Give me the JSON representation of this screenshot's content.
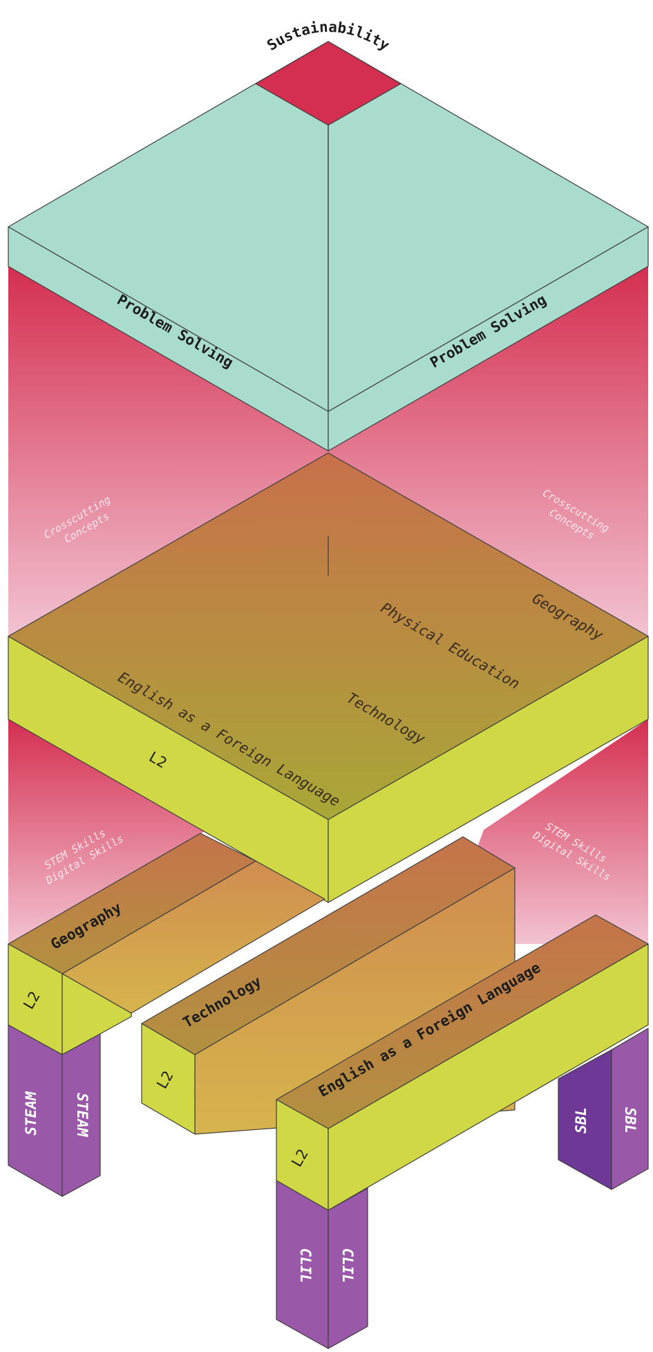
{
  "diagram": {
    "top_label": "Sustainability",
    "roof": {
      "left_band": "Problem Solving",
      "right_band": "Problem Solving"
    },
    "upper_walls": {
      "left": [
        "Crosscutting",
        "Concepts"
      ],
      "right": [
        "Crosscutting",
        "Concepts"
      ]
    },
    "middle_slab": {
      "subjects": [
        "Geography",
        "Physical Education",
        "Technology",
        "English as a Foreign Language"
      ],
      "side_label": "L2"
    },
    "lower_walls": {
      "left": [
        "STEM Skills",
        "Digital Skills"
      ],
      "right": [
        "STEM Skills",
        "Digital Skills"
      ]
    },
    "beams": [
      {
        "label": "Geography",
        "side": "L2"
      },
      {
        "label": "Technology",
        "side": "L2"
      },
      {
        "label": "English as a Foreign Language",
        "side": "L2"
      }
    ],
    "pillars": [
      {
        "left": "STEAM",
        "right": "STEAM"
      },
      {
        "left": "CLIL",
        "right": "CLIL"
      },
      {
        "left": "SBL",
        "right": "SBL"
      }
    ]
  },
  "colors": {
    "roof_top": "#aadccd",
    "sustainability": "#d42f50",
    "wall_top": "#d42f50",
    "wall_bottom": "#f2c3d1",
    "slab_top_start": "#c8704a",
    "slab_top_end": "#a8a838",
    "yellow_face": "#d1d846",
    "pillar": "#9a58a8",
    "pillar_dark": "#6e3896"
  }
}
